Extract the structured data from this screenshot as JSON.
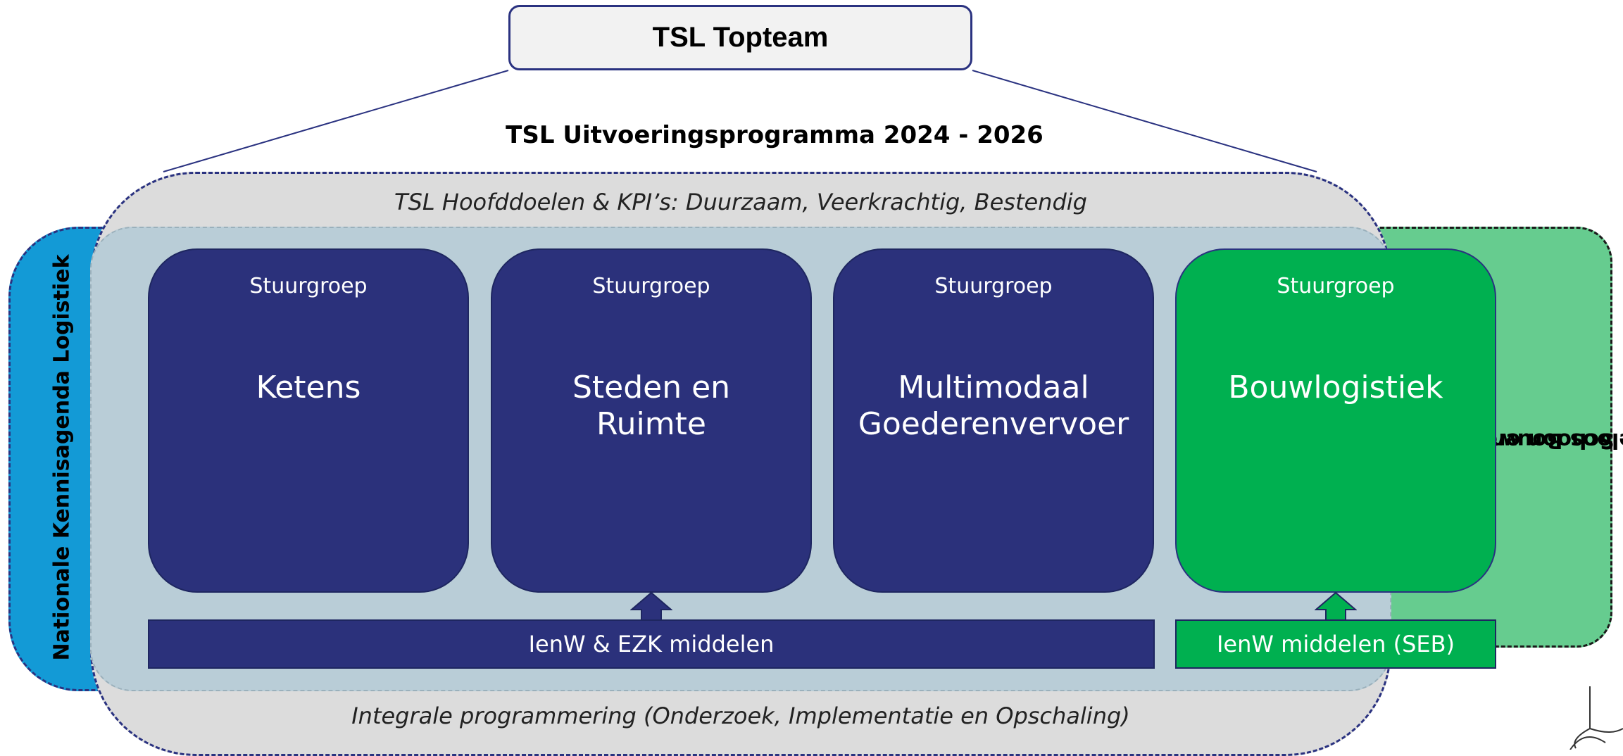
{
  "topteam": "TSL Topteam",
  "program_title": "TSL Uitvoeringsprogramma 2024 - 2026",
  "goals_text": "TSL Hoofddoelen & KPI’s: Duurzaam, Veerkrachtig, Bestendig",
  "bottom_text": "Integrale programmering (Onderzoek, Implementatie en Opschaling)",
  "left_panel_label": "Nationale Kennisagenda Logistiek",
  "right_panel_label": [
    "Schoon en",
    "Emissieloos Bouwen (SEB)"
  ],
  "stuurgroepen": [
    {
      "header": "Stuurgroep",
      "name_lines": [
        "Ketens"
      ],
      "color": "#2b317b"
    },
    {
      "header": "Stuurgroep",
      "name_lines": [
        "Steden en",
        "Ruimte"
      ],
      "color": "#2b317b"
    },
    {
      "header": "Stuurgroep",
      "name_lines": [
        "Multimodaal",
        "Goederenvervoer"
      ],
      "color": "#2b317b"
    },
    {
      "header": "Stuurgroep",
      "name_lines": [
        "Bouwlogistiek"
      ],
      "color": "#00b050"
    }
  ],
  "funding_bars": [
    {
      "label": "IenW & EZK middelen",
      "color": "#2b317b"
    },
    {
      "label": "IenW middelen (SEB)",
      "color": "#00b050"
    }
  ],
  "colors": {
    "navy": "#2b317b",
    "green": "#00b050",
    "light_green": "#66cc8f",
    "blue": "#139ad6",
    "outer_gray": "#dcdcdc",
    "inner_blue_gray": "#b9cdd7"
  }
}
